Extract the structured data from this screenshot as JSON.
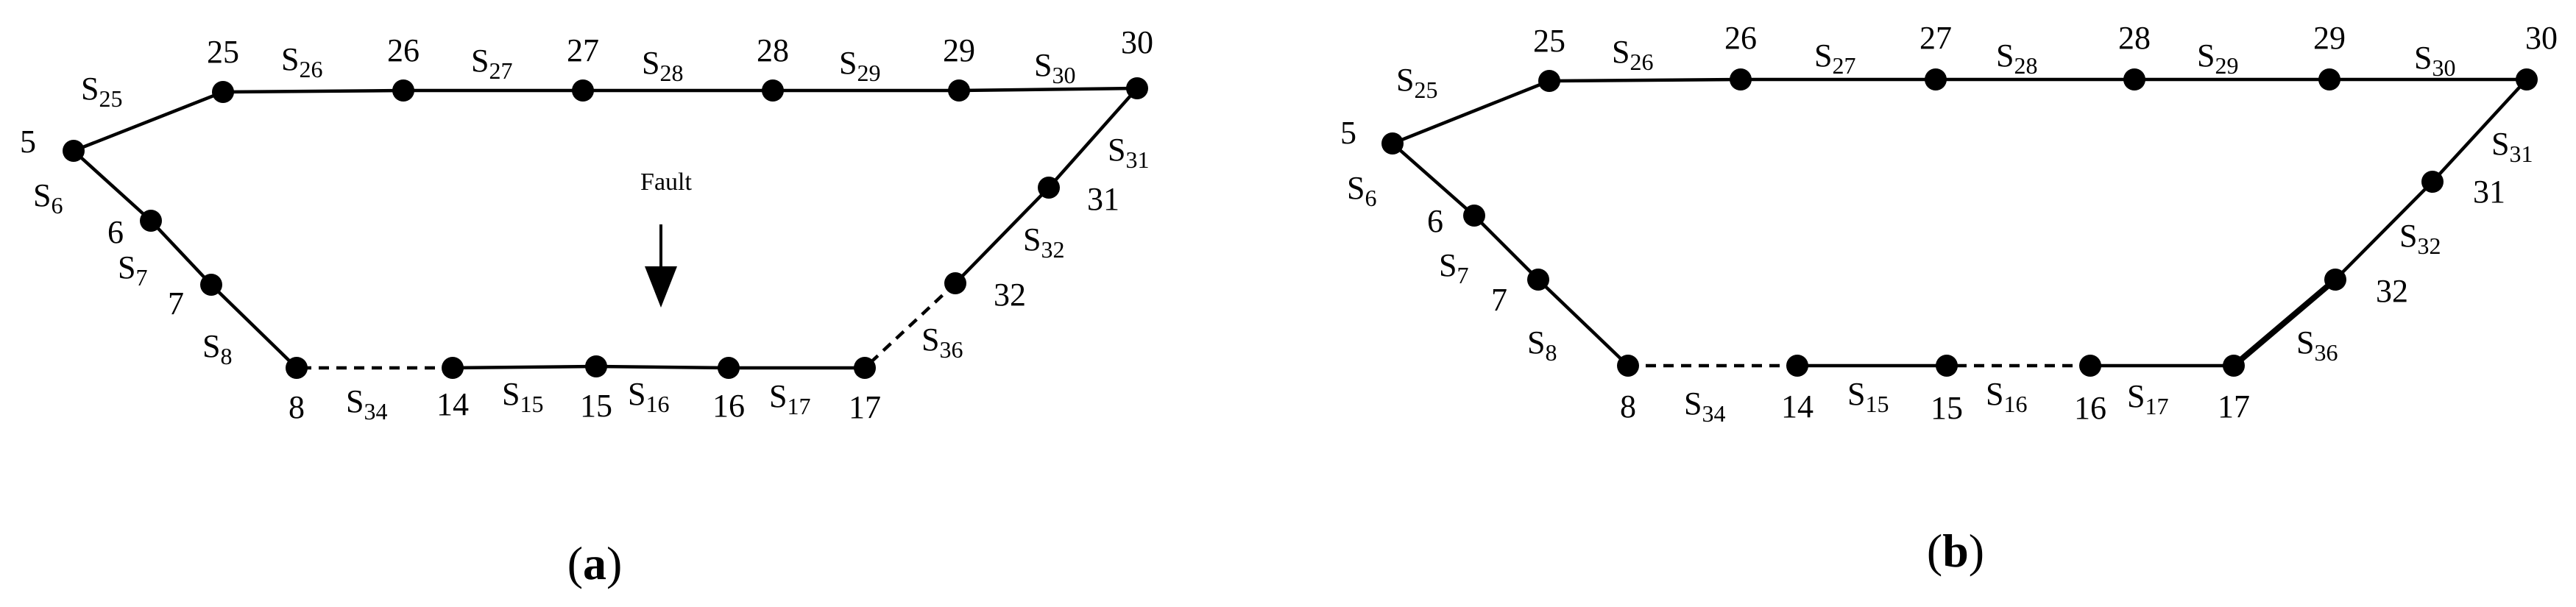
{
  "panels": [
    {
      "id": "a",
      "caption": "a",
      "annotation": "Fault",
      "nodes": [
        "5",
        "25",
        "26",
        "27",
        "28",
        "29",
        "30",
        "31",
        "32",
        "17",
        "16",
        "15",
        "14",
        "8",
        "7",
        "6"
      ],
      "switches": [
        {
          "main": "S",
          "sub": "25",
          "state": "closed"
        },
        {
          "main": "S",
          "sub": "26",
          "state": "closed"
        },
        {
          "main": "S",
          "sub": "27",
          "state": "closed"
        },
        {
          "main": "S",
          "sub": "28",
          "state": "closed"
        },
        {
          "main": "S",
          "sub": "29",
          "state": "closed"
        },
        {
          "main": "S",
          "sub": "30",
          "state": "closed"
        },
        {
          "main": "S",
          "sub": "31",
          "state": "closed"
        },
        {
          "main": "S",
          "sub": "32",
          "state": "closed"
        },
        {
          "main": "S",
          "sub": "36",
          "state": "open"
        },
        {
          "main": "S",
          "sub": "17",
          "state": "closed"
        },
        {
          "main": "S",
          "sub": "16",
          "state": "closed"
        },
        {
          "main": "S",
          "sub": "15",
          "state": "closed"
        },
        {
          "main": "S",
          "sub": "34",
          "state": "open"
        },
        {
          "main": "S",
          "sub": "8",
          "state": "closed"
        },
        {
          "main": "S",
          "sub": "7",
          "state": "closed"
        },
        {
          "main": "S",
          "sub": "6",
          "state": "closed"
        }
      ]
    },
    {
      "id": "b",
      "caption": "b",
      "nodes": [
        "5",
        "25",
        "26",
        "27",
        "28",
        "29",
        "30",
        "31",
        "32",
        "17",
        "16",
        "15",
        "14",
        "8",
        "7",
        "6"
      ],
      "switches": [
        {
          "main": "S",
          "sub": "25",
          "state": "closed"
        },
        {
          "main": "S",
          "sub": "26",
          "state": "closed"
        },
        {
          "main": "S",
          "sub": "27",
          "state": "closed"
        },
        {
          "main": "S",
          "sub": "28",
          "state": "closed"
        },
        {
          "main": "S",
          "sub": "29",
          "state": "closed"
        },
        {
          "main": "S",
          "sub": "30",
          "state": "closed"
        },
        {
          "main": "S",
          "sub": "31",
          "state": "closed"
        },
        {
          "main": "S",
          "sub": "32",
          "state": "closed"
        },
        {
          "main": "S",
          "sub": "36",
          "state": "closed"
        },
        {
          "main": "S",
          "sub": "17",
          "state": "closed"
        },
        {
          "main": "S",
          "sub": "16",
          "state": "open"
        },
        {
          "main": "S",
          "sub": "15",
          "state": "closed"
        },
        {
          "main": "S",
          "sub": "34",
          "state": "open"
        },
        {
          "main": "S",
          "sub": "8",
          "state": "closed"
        },
        {
          "main": "S",
          "sub": "7",
          "state": "closed"
        },
        {
          "main": "S",
          "sub": "6",
          "state": "closed"
        }
      ]
    }
  ]
}
